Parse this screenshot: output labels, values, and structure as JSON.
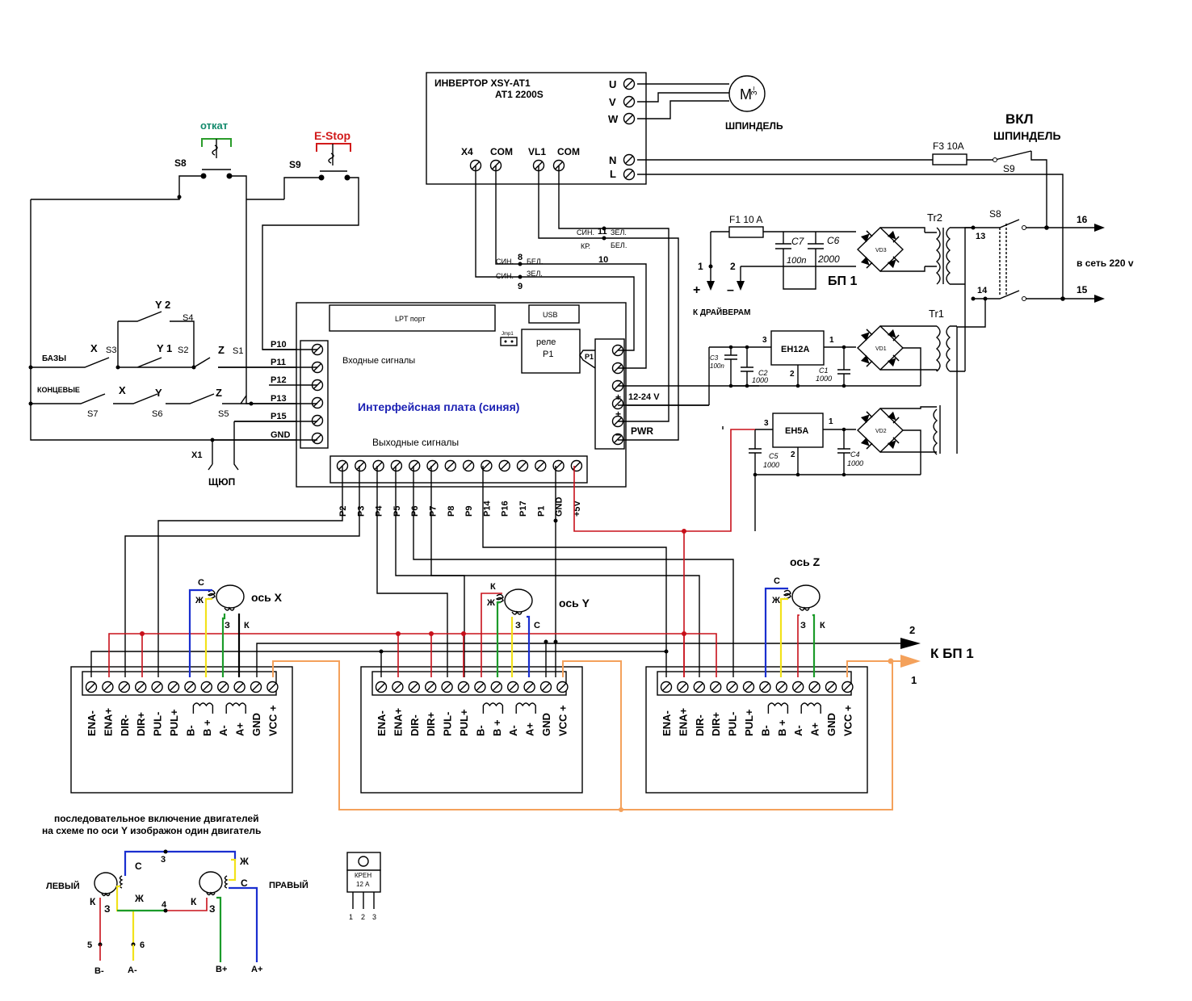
{
  "inverter": {
    "title": "ИНВЕРТОР  XSY-AT1",
    "model": "AT1 2200S",
    "u": "U",
    "v": "V",
    "w": "W",
    "n": "N",
    "l": "L",
    "x4": "X4",
    "com1": "COM",
    "vl1": "VL1",
    "com2": "COM"
  },
  "spindle": {
    "label": "ШПИНДЕЛЬ",
    "motor_m": "M",
    "motor_sub": "3~"
  },
  "switch_on": {
    "title": "ВКЛ",
    "sub": "ШПИНДЕЛЬ",
    "s9": "S9",
    "f3": "F3  10A"
  },
  "mains": {
    "label": "в сеть 220 v",
    "n16": "16",
    "n15": "15",
    "n13": "13",
    "n14": "14",
    "s8": "S8",
    "tr1": "Tr1",
    "tr2": "Tr2"
  },
  "psu": {
    "label": "БП 1",
    "f1": "F1 10 A",
    "c7": "C7",
    "c6": "C6",
    "c7v": "100n",
    "c6v": "2000",
    "vd3": "VD3",
    "vd1": "VD1",
    "vd2": "VD2",
    "plus": "+",
    "minus": "–",
    "n1": "1",
    "n2": "2",
    "to_drivers": "К ДРАЙВЕРАМ",
    "eh12": "EH12A",
    "eh5": "EH5A",
    "c3": "C3",
    "c3v": "100n",
    "c2": "C2",
    "c2v": "1000",
    "c1": "C1",
    "c1v": "1000",
    "c5": "C5",
    "c5v": "1000",
    "c4": "C4",
    "c4v": "1000",
    "p1": "1",
    "p2": "2",
    "p3": "3"
  },
  "top_switches": {
    "otkat": "откат",
    "estop": "E-Stop",
    "s8": "S8",
    "s9": "S9"
  },
  "harness": {
    "n11": "11",
    "n10": "10",
    "n8": "8",
    "n9": "9",
    "sin": "СИН.",
    "zel": "ЗЕЛ.",
    "kr": "КР.",
    "bel": "БЕЛ."
  },
  "board": {
    "title": "Интерфейсная плата (синяя)",
    "lpt": "LPT порт",
    "usb": "USB",
    "relay": "реле",
    "relay_p1": "P1",
    "jmp": "Jmp1",
    "inputs": "Входные сигналы",
    "outputs": "Выходные сигналы",
    "pwr": "PWR",
    "v1224": "12-24 V",
    "p1": "P1",
    "in_pins": [
      "P10",
      "P11",
      "P12",
      "P13",
      "P15",
      "GND"
    ],
    "out_pins": [
      "P2",
      "P3",
      "P4",
      "P5",
      "P6",
      "P7",
      "P8",
      "P9",
      "P14",
      "P16",
      "P17",
      "P1",
      "GND",
      "+5V"
    ]
  },
  "limits": {
    "bazy": "БАЗЫ",
    "koncevye": "КОНЦЕВЫЕ",
    "x": "X",
    "y": "Y",
    "z": "Z",
    "y2": "Y 2",
    "y1": "Y 1",
    "s1": "S1",
    "s2": "S2",
    "s3": "S3",
    "s4": "S4",
    "s5": "S5",
    "s6": "S6",
    "s7": "S7",
    "x1": "X1",
    "probe": "ЩЮП"
  },
  "axes": {
    "x": "ось X",
    "y": "ось Y",
    "z": "ось Z",
    "c": "С",
    "zh": "Ж",
    "z3": "З",
    "k": "К"
  },
  "driver_pins": [
    "ENA-",
    "ENA+",
    "DIR-",
    "DIR+",
    "PUL-",
    "PUL+",
    "B-",
    "B +",
    "A-",
    "A+",
    "GND",
    "VCC +"
  ],
  "to_psu": {
    "label": "К БП 1",
    "n2": "2",
    "n1": "1"
  },
  "series_note": {
    "line1": "последовательное включение двигателей",
    "line2": "на схеме по оси Y изображон один двигатель",
    "left": "ЛЕВЫЙ",
    "right": "ПРАВЫЙ",
    "n3": "3",
    "n4": "4",
    "n5": "5",
    "n6": "6",
    "bm": "B-",
    "am": "A-",
    "bp": "B+",
    "ap": "A+"
  },
  "regulator": {
    "label1": "КРЕН",
    "label2": "12 А",
    "p1": "1",
    "p2": "2",
    "p3": "3"
  }
}
